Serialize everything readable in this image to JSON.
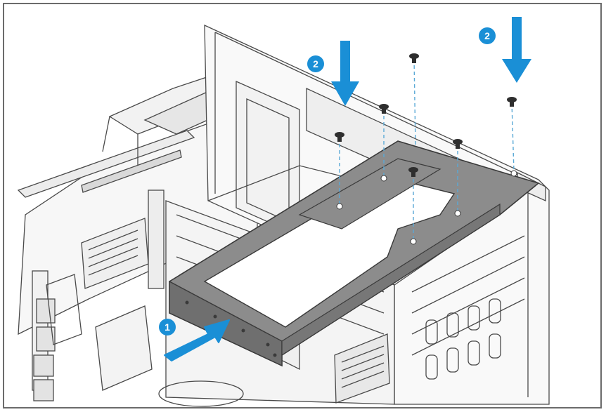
{
  "figure": {
    "border_color": "#6b6b6b",
    "line_color": "#4a4a4a",
    "tray_fill": "#8c8c8c",
    "tray_stroke": "#3a3a3a",
    "accent": "#1a8fd6",
    "screw_guide_color": "#5aa9d6"
  },
  "steps": [
    {
      "label": "1",
      "arrow": "insert-bracket-arrow"
    },
    {
      "label": "2",
      "arrow": "screw-down-arrow"
    },
    {
      "label": "2",
      "arrow": "screw-down-arrow"
    }
  ]
}
